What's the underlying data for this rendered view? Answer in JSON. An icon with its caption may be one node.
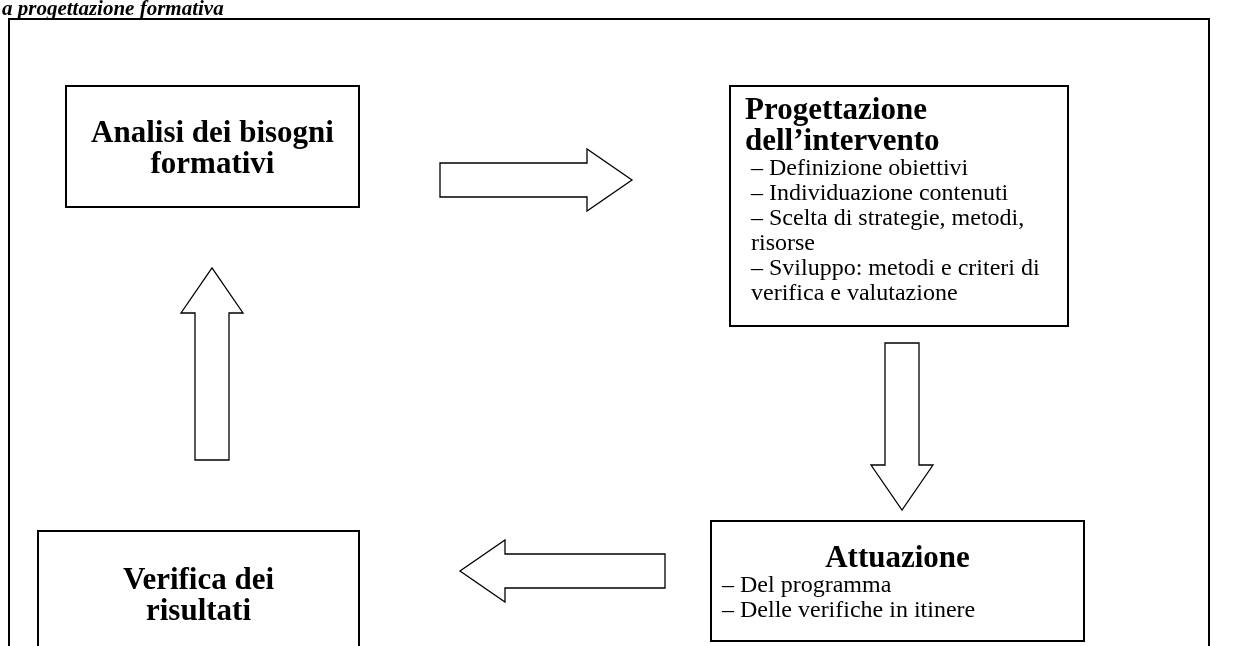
{
  "diagram": {
    "title": "a progettazione formativa",
    "nodes": [
      {
        "text": [],
        "shape": "box"
      },
      {
        "text": [
          "Analisi dei bisogni formativi"
        ],
        "in": 0
      },
      {
        "text": [
          "Progettazione dell’intervento",
          "– Definizione obiettivi",
          "– Individuazione contenuti",
          "– Scelta di strategie, metodi, risorse",
          "– Sviluppo: metodi e criteri di verifica e valutazione"
        ],
        "in": 0
      },
      {
        "text": [
          "Attuazione",
          "– Del programma",
          "– Delle verifiche in itinere"
        ],
        "in": 0
      },
      {
        "text": [
          "Verifica dei risultati"
        ],
        "in": 0
      }
    ],
    "edges": [
      {
        "from": 1,
        "to": 2,
        "arrow": "to"
      },
      {
        "from": 2,
        "to": 3,
        "arrow": "to"
      },
      {
        "from": 3,
        "to": 4,
        "arrow": "to"
      },
      {
        "from": 4,
        "to": 1,
        "arrow": "to"
      }
    ]
  }
}
